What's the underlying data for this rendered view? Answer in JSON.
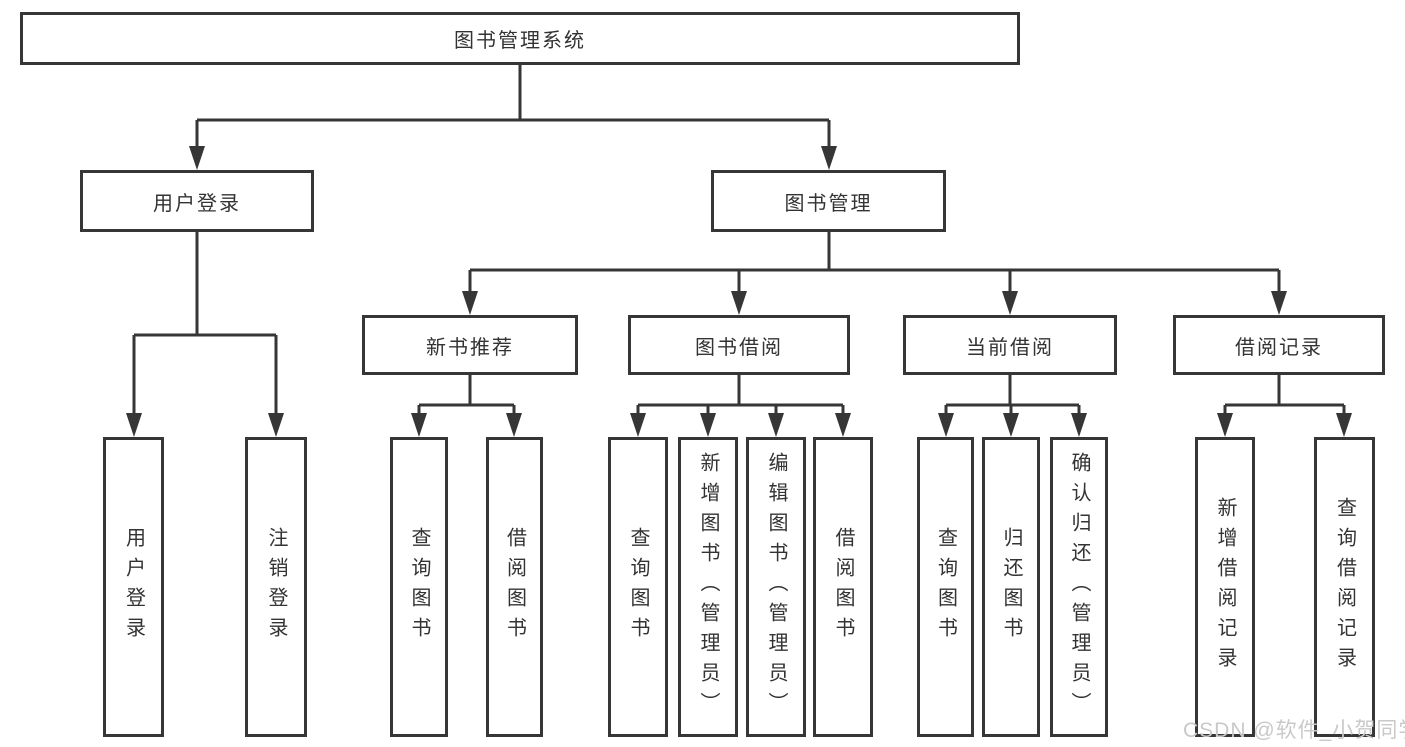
{
  "diagram": {
    "type": "hierarchy-tree",
    "colors": {
      "line": "#363636",
      "box_border": "#363636",
      "text": "#333333",
      "background": "#ffffff",
      "watermark": "#c9c9c9"
    },
    "tree": {
      "label": "图书管理系统",
      "children": [
        {
          "label": "用户登录",
          "children": [
            {
              "label": "用户登录"
            },
            {
              "label": "注销登录"
            }
          ]
        },
        {
          "label": "图书管理",
          "children": [
            {
              "label": "新书推荐",
              "children": [
                {
                  "label": "查询图书"
                },
                {
                  "label": "借阅图书"
                }
              ]
            },
            {
              "label": "图书借阅",
              "children": [
                {
                  "label": "查询图书"
                },
                {
                  "label": "新增图书（管理员）"
                },
                {
                  "label": "编辑图书（管理员）"
                },
                {
                  "label": "借阅图书"
                }
              ]
            },
            {
              "label": "当前借阅",
              "children": [
                {
                  "label": "查询图书"
                },
                {
                  "label": "归还图书"
                },
                {
                  "label": "确认归还（管理员）"
                }
              ]
            },
            {
              "label": "借阅记录",
              "children": [
                {
                  "label": "新增借阅记录"
                },
                {
                  "label": "查询借阅记录"
                }
              ]
            }
          ]
        }
      ]
    }
  },
  "watermark": {
    "text": "CSDN @软件_小贺同学"
  }
}
